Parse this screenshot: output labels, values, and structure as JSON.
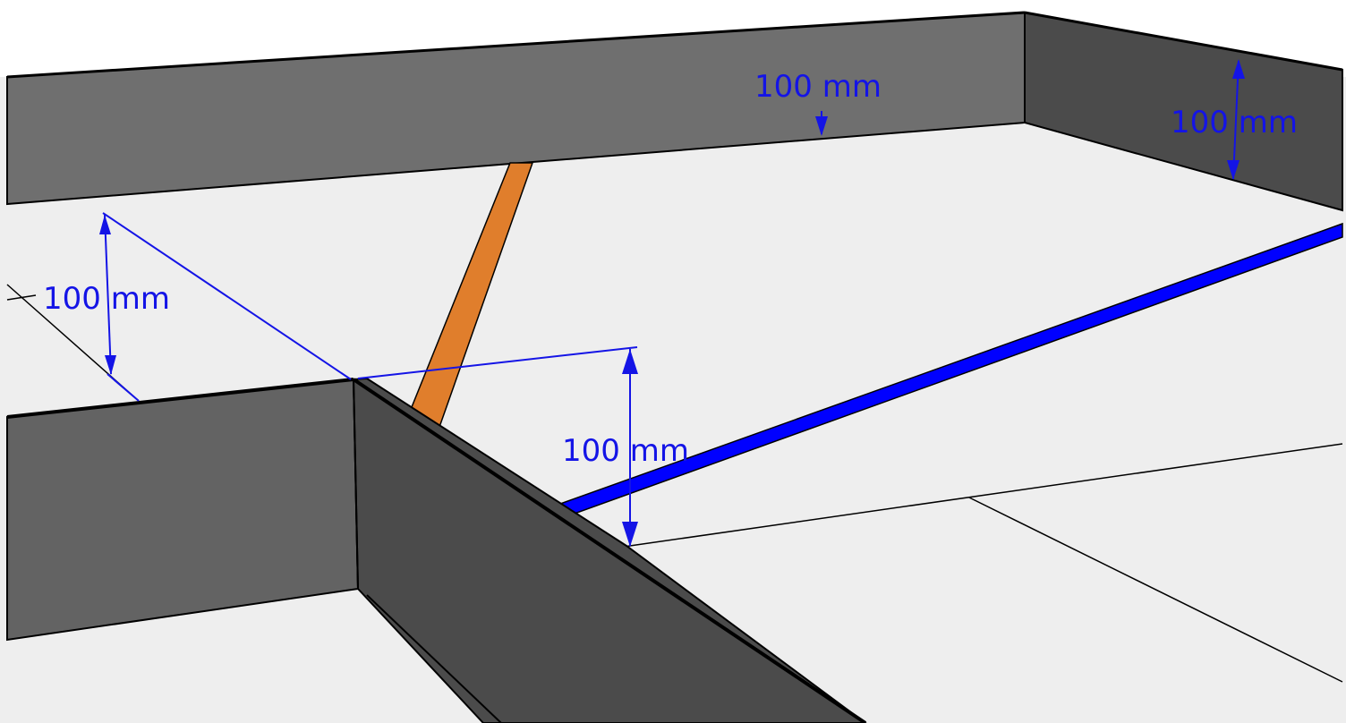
{
  "colors": {
    "floor": "#eeeeee",
    "wall_light": "#6f6f6f",
    "wall_mid": "#636363",
    "wall_dark": "#4b4b4b",
    "edge": "#000000",
    "dimension": "#1414e6",
    "highlight_edge": "#0000ff",
    "orange_strip": "#e07e2c"
  },
  "dimensions": [
    {
      "label": "100 mm"
    },
    {
      "label": "100 mm"
    },
    {
      "label": "100 mm"
    },
    {
      "label": "100 mm"
    }
  ]
}
